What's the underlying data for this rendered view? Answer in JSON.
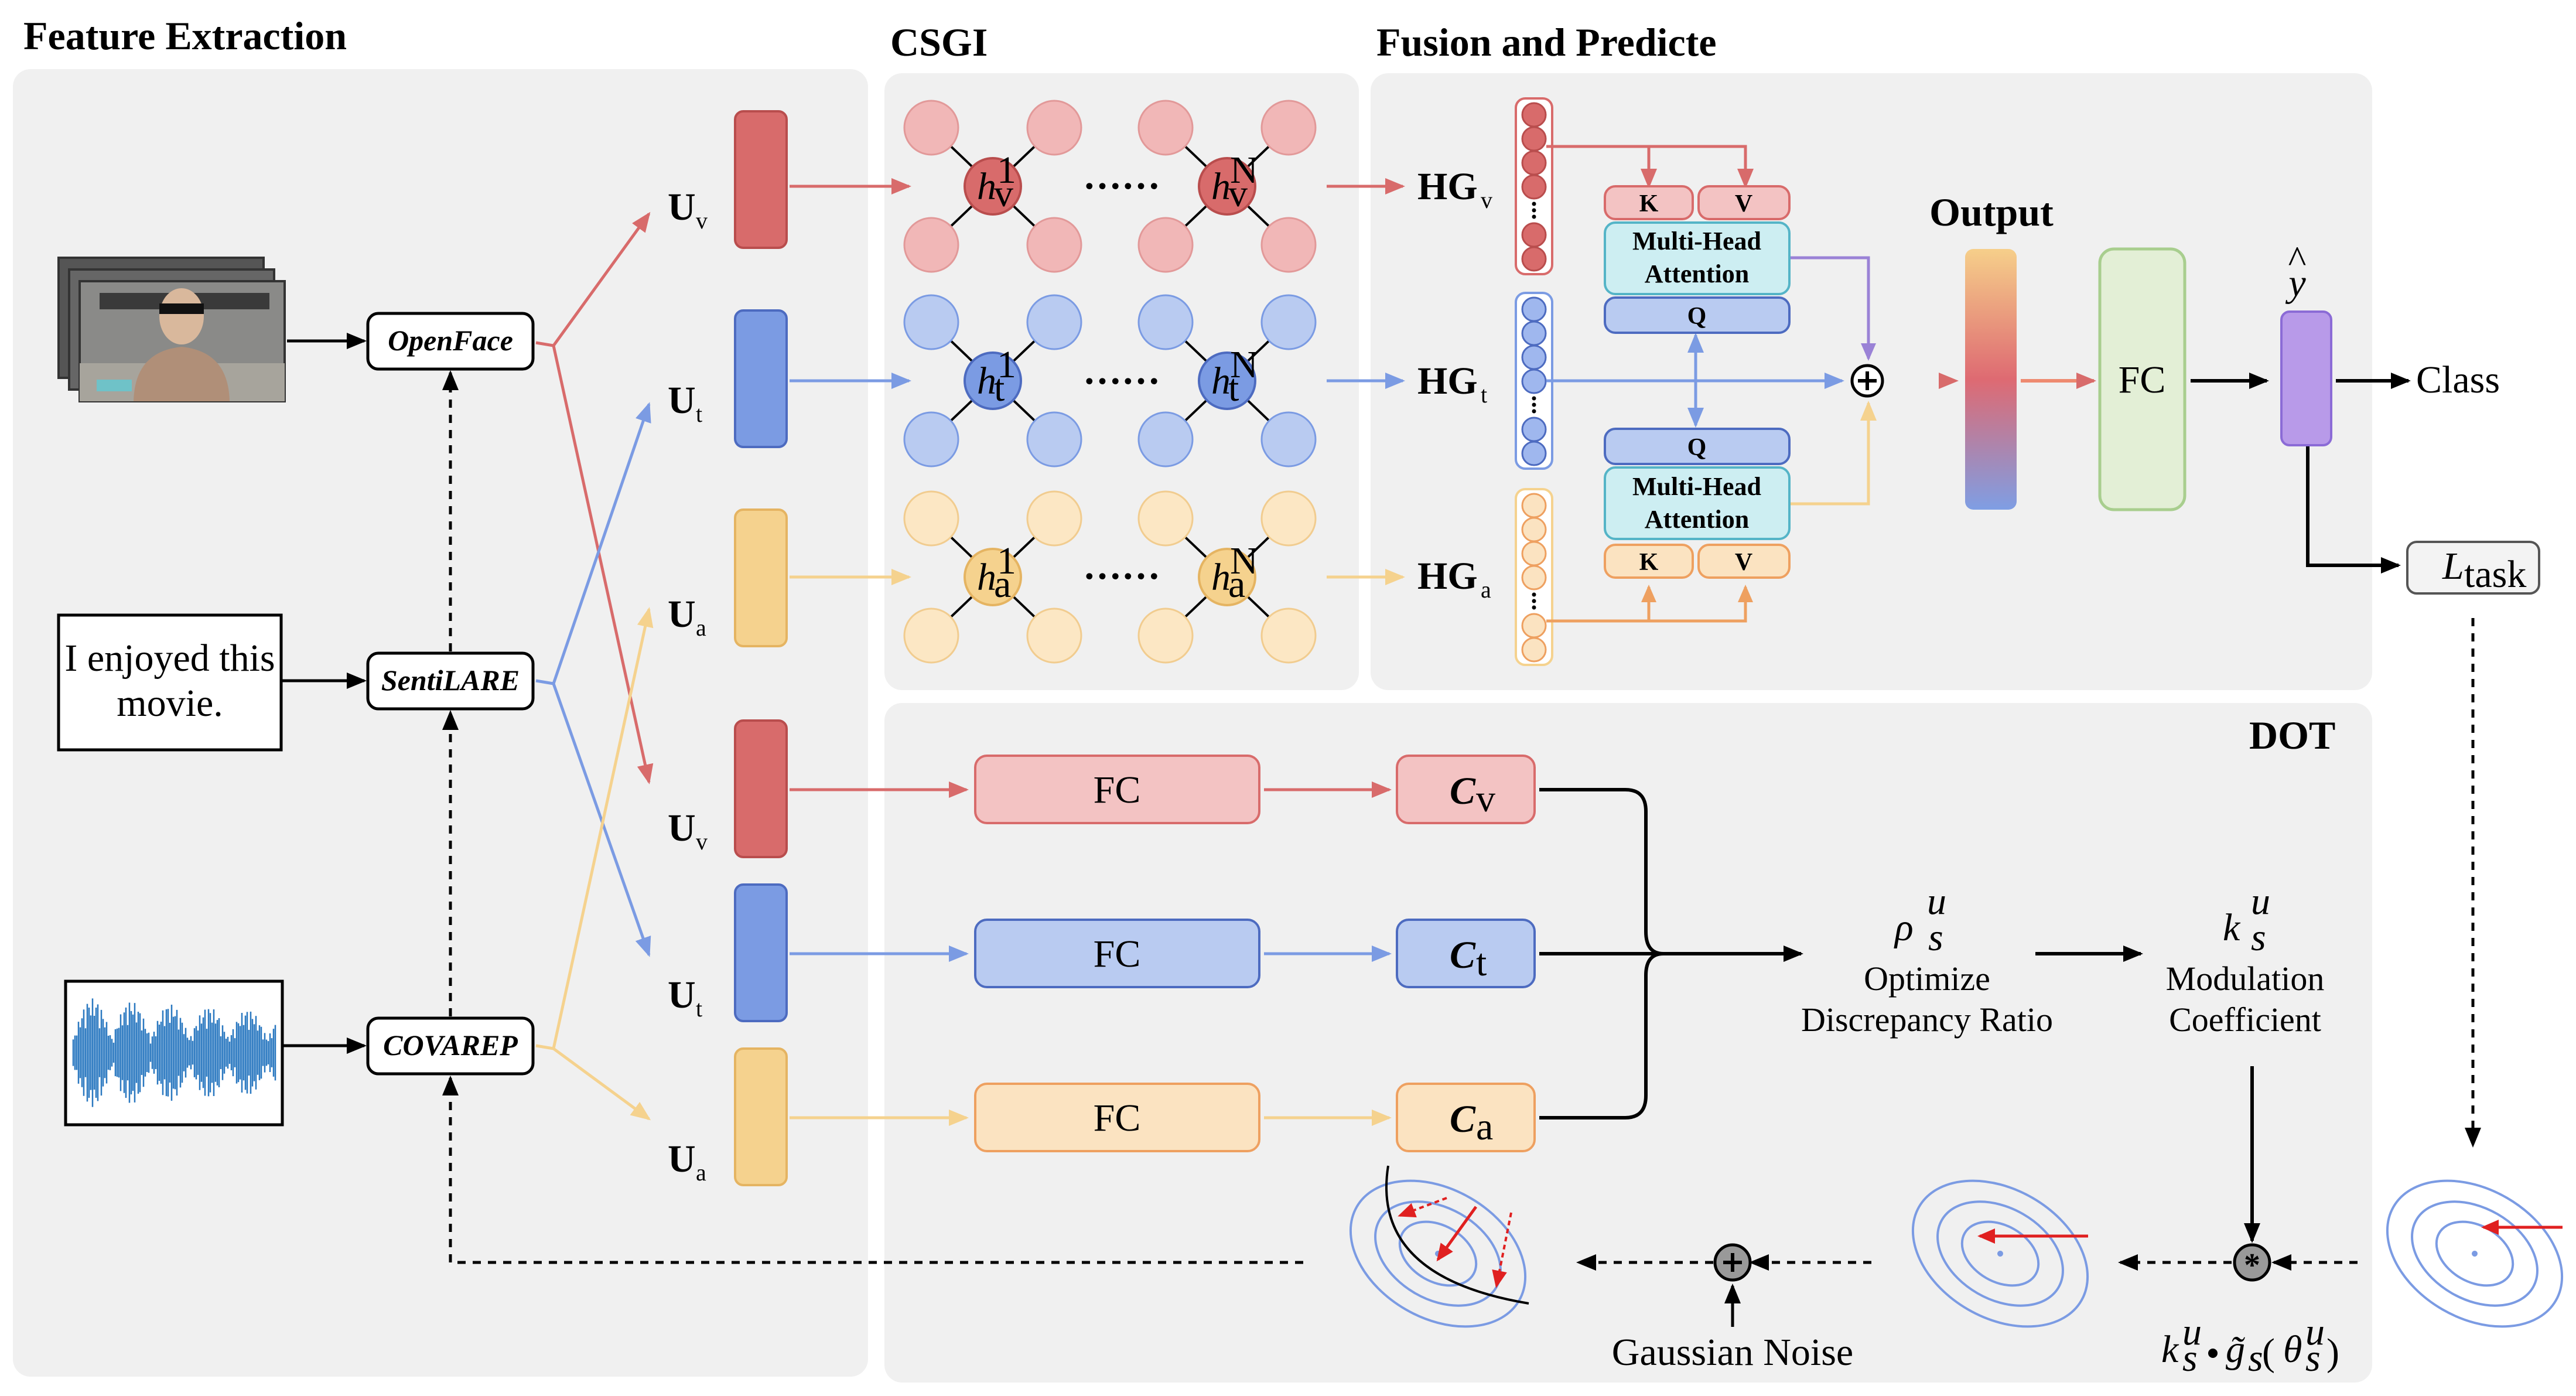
{
  "sections": {
    "feature_extraction": "Feature Extraction",
    "csgi": "CSGI",
    "fusion": "Fusion and Predicte",
    "dot": "DOT"
  },
  "tools": {
    "openface": "OpenFace",
    "sentilare": "SentiLARE",
    "covarep": "COVAREP"
  },
  "text_input": {
    "line1": "I enjoyed this",
    "line2": "movie."
  },
  "modalities": {
    "v": {
      "base": "U",
      "sub": "v",
      "color": "#d86b6b"
    },
    "t": {
      "base": "U",
      "sub": "t",
      "color": "#7b9be3"
    },
    "a": {
      "base": "U",
      "sub": "a",
      "color": "#f5d28e"
    }
  },
  "csgi": {
    "node_v": {
      "base": "h",
      "sub": "v",
      "sup1": "1",
      "supN": "N"
    },
    "node_t": {
      "base": "h",
      "sub": "t",
      "sup1": "1",
      "supN": "N"
    },
    "node_a": {
      "base": "h",
      "sub": "a",
      "sup1": "1",
      "supN": "N"
    },
    "ellipsis": "……"
  },
  "hg": {
    "base": "HG",
    "v": "v",
    "t": "t",
    "a": "a"
  },
  "attention": {
    "k": "K",
    "v": "V",
    "q": "Q",
    "line1": "Multi-Head",
    "line2": "Attention"
  },
  "fusion": {
    "output": "Output",
    "fc": "FC",
    "yhat": "y",
    "hat": "^",
    "class": "Class",
    "ltask_base": "L",
    "ltask_sub": "task"
  },
  "dot": {
    "fc": "FC",
    "c_base": "C",
    "cv": "v",
    "ct": "t",
    "ca": "a",
    "rho_sym": "ρ",
    "rho_sub": "s",
    "rho_sup": "u",
    "rho_line1": "Optimize",
    "rho_line2": "Discrepancy Ratio",
    "k_sym": "k",
    "k_sub": "s",
    "k_sup": "u",
    "k_line1": "Modulation",
    "k_line2": "Coefficient",
    "gaussian": "Gaussian Noise",
    "formula": "k",
    "formula_g": "g̃",
    "formula_theta": "θ"
  }
}
